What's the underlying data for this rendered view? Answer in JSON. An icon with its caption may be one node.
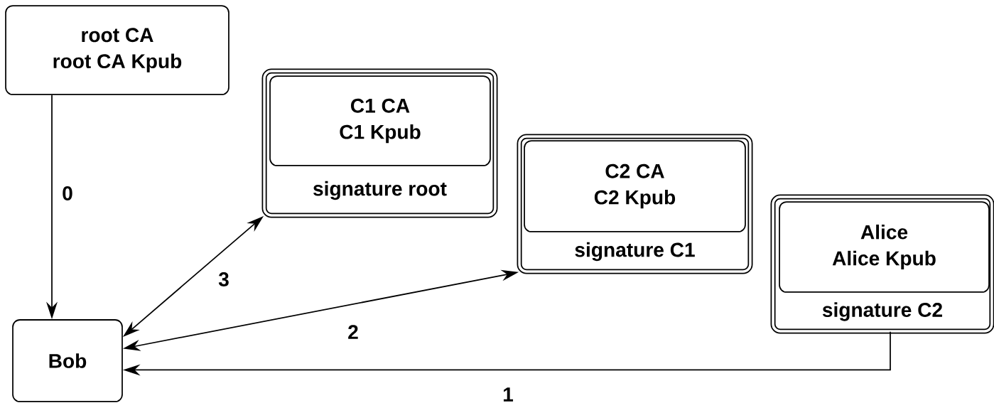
{
  "diagram": {
    "nodes": [
      {
        "text": [
          "root CA",
          "root CA Kpub"
        ]
      },
      {
        "text": [
          "signature root"
        ]
      },
      {
        "text": [
          "C1 CA",
          "C1 Kpub"
        ],
        "in": 1
      },
      {
        "text": [
          "signature C1"
        ]
      },
      {
        "text": [
          "C2 CA",
          "C2 Kpub"
        ],
        "in": 3
      },
      {
        "text": [
          "signature C2"
        ]
      },
      {
        "text": [
          "Alice",
          "Alice Kpub"
        ],
        "in": 5
      },
      {
        "text": [
          "Bob"
        ]
      }
    ],
    "edges": [
      {
        "from": 0,
        "to": 7,
        "arrow": "to",
        "label": "0"
      },
      {
        "from": 5,
        "to": 7,
        "arrow": "to",
        "label": "1"
      },
      {
        "from": 7,
        "to": 3,
        "arrow": "both",
        "label": "2"
      },
      {
        "from": 7,
        "to": 1,
        "arrow": "both",
        "label": "3"
      }
    ]
  }
}
